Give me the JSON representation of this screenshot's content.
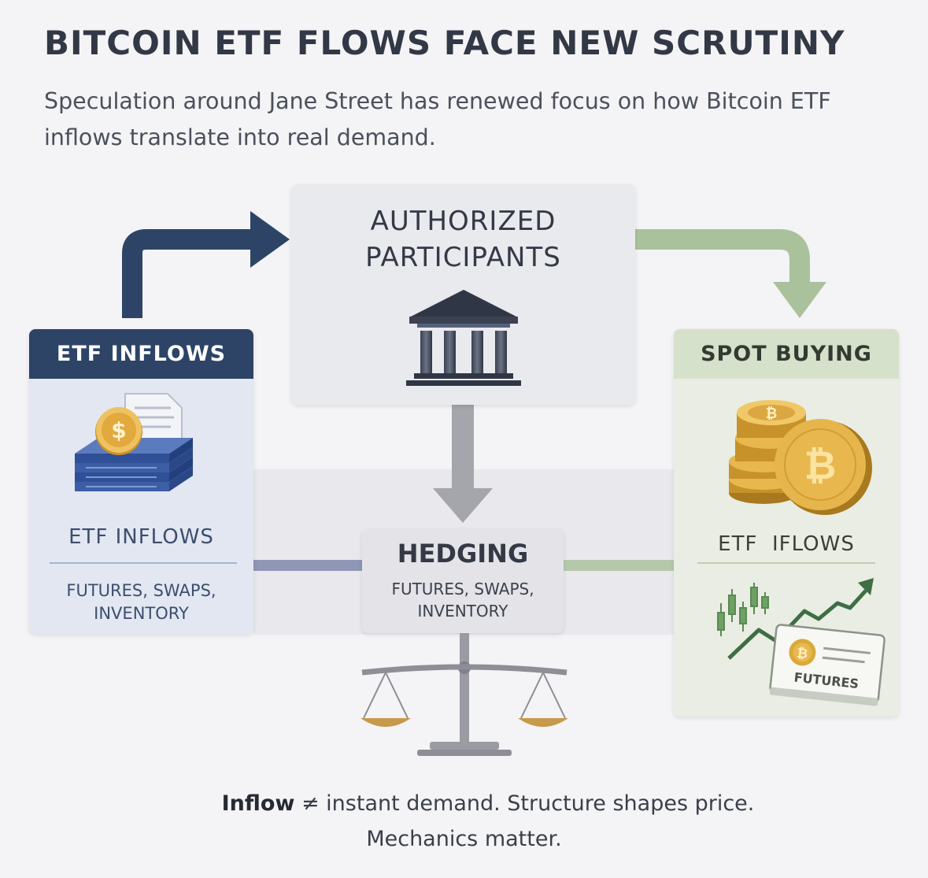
{
  "header": {
    "title": "BITCOIN ETF FLOWS FACE NEW SCRUTINY",
    "subtitle": "Speculation around Jane Street has renewed focus on how Bitcoin ETF inflows translate into real demand."
  },
  "nodes": {
    "authorized_participants": {
      "line1": "AUTHORIZED",
      "line2": "PARTICIPANTS",
      "icon": "bank-building-icon"
    },
    "etf_inflows": {
      "header": "ETF INFLOWS",
      "label": "ETF INFLOWS",
      "detail_line1": "FUTURES, SWAPS,",
      "detail_line2": "INVENTORY",
      "icon": "cash-stack-coin-icon"
    },
    "spot_buying": {
      "header": "SPOT BUYING",
      "label": "ETF  IFLOWS",
      "futures_label": "FUTURES",
      "coin_symbol": "₿",
      "icons": [
        "bitcoin-coin-stack-icon",
        "price-chart-icon",
        "futures-document-icon"
      ]
    },
    "hedging": {
      "title": "HEDGING",
      "detail_line1": "FUTURES, SWAPS,",
      "detail_line2": "INVENTORY",
      "icon": "balance-scale-icon"
    }
  },
  "footer": {
    "line1_bold": "Inflow",
    "line1_rest": " ≠ instant demand. Structure shapes price.",
    "line2": "Mechanics matter."
  },
  "colors": {
    "navy": "#2d4467",
    "sage": "#a9c29c",
    "gray_arrow": "#a5a6ac",
    "gold": "#d9a93b"
  }
}
